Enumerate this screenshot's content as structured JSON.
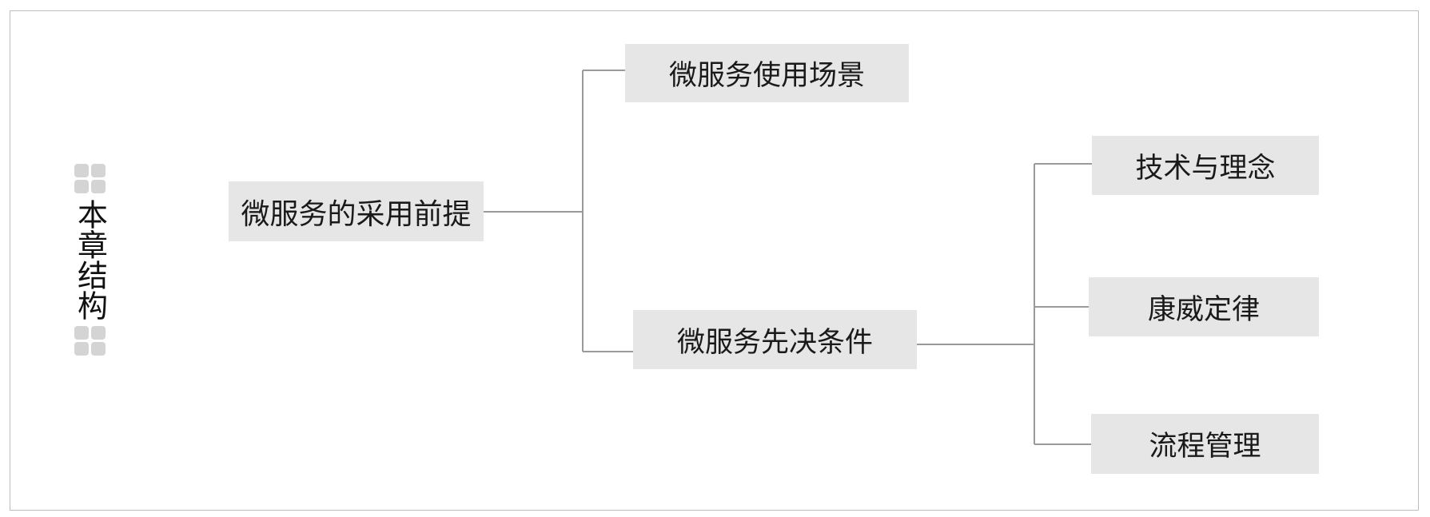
{
  "side_label": {
    "text": "本章结构",
    "decoration_icon": "four-square-grid"
  },
  "tree": {
    "root": "微服务的采用前提",
    "level1": [
      "微服务使用场景",
      "微服务先决条件"
    ],
    "level2": [
      "技术与理念",
      "康威定律",
      "流程管理"
    ]
  },
  "colors": {
    "node_fill": "#e6e6e6",
    "connector": "#9a9a9a",
    "border": "#bdbdbd",
    "block": "#d4d4d4"
  }
}
